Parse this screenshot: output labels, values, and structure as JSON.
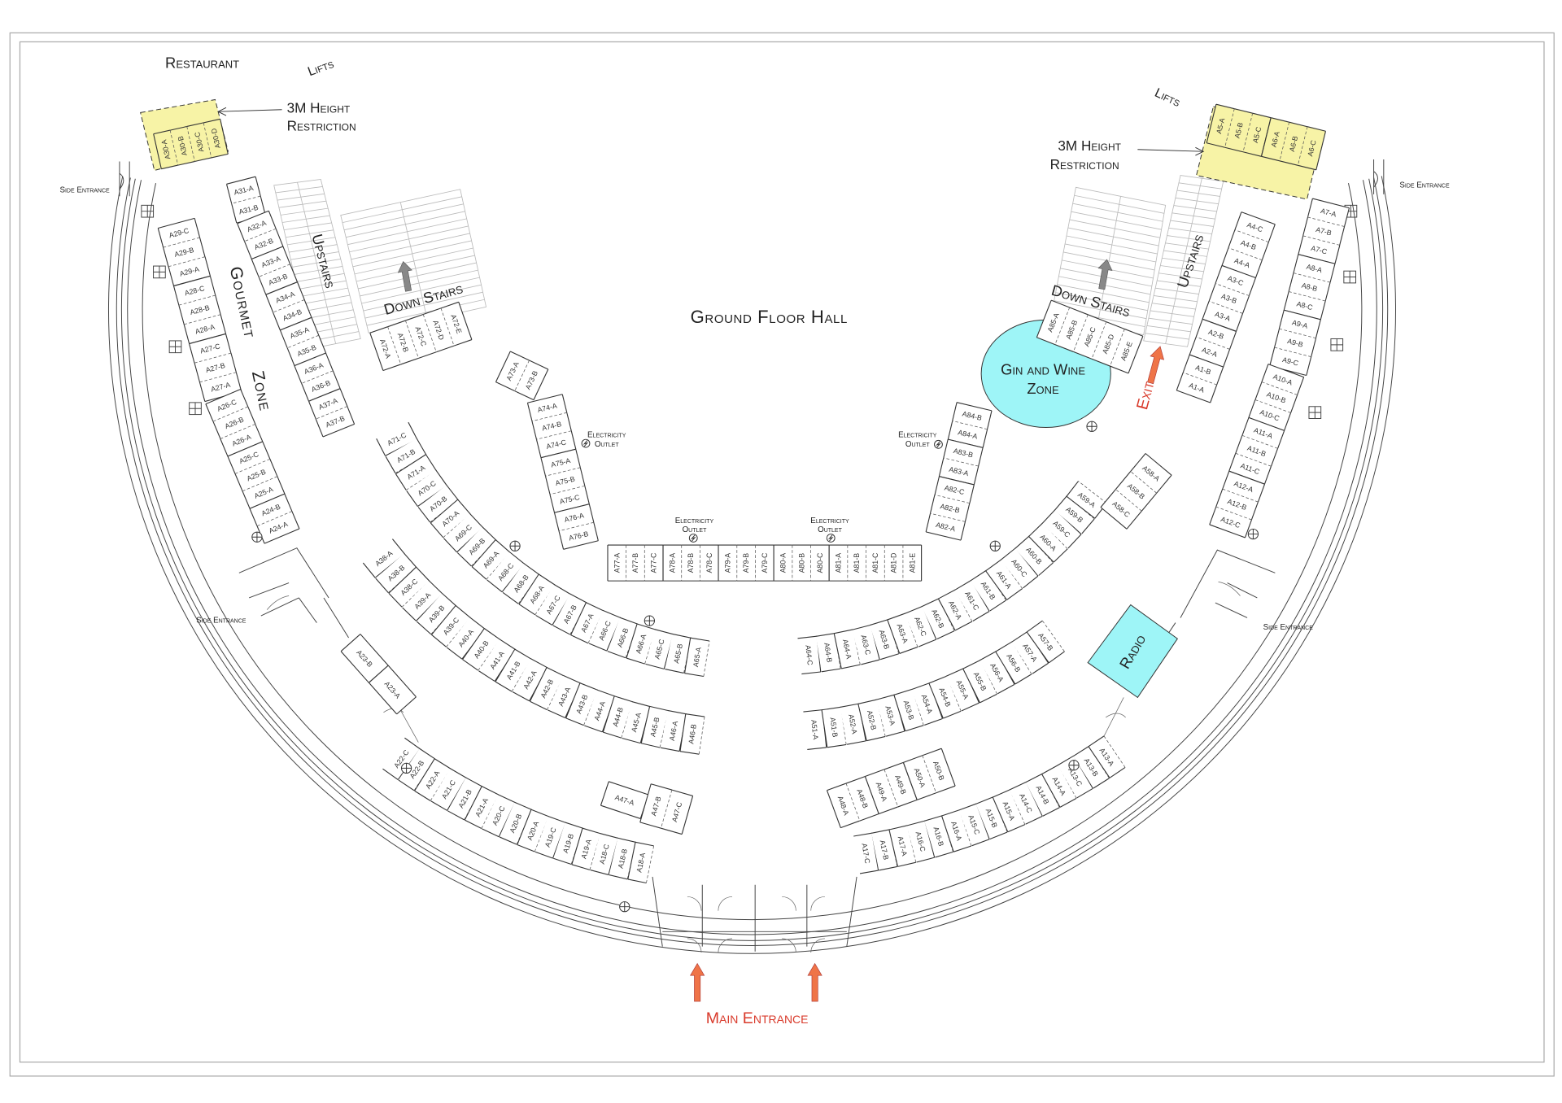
{
  "labels": {
    "restaurant": "Restaurant",
    "lifts_left": "Lifts",
    "lifts_right": "Lifts",
    "height_restriction_left": {
      "line1": "3M Height",
      "line2": "Restriction"
    },
    "height_restriction_right": {
      "line1": "3M Height",
      "line2": "Restriction"
    },
    "side_entrance_nw": "Side Entrance",
    "side_entrance_w": "Side Entrance",
    "side_entrance_ne": "Side Entrance",
    "side_entrance_e": "Side Entrance",
    "gourmet_zone": "Gourmet Zone",
    "upstairs_left": "Upstairs",
    "upstairs_right": "Upstairs",
    "down_stairs_left": "Down Stairs",
    "down_stairs_right": "Down Stairs",
    "hall_title": "Ground Floor Hall",
    "electricity_outlet": {
      "line1": "Electricity",
      "line2": "Outlet"
    },
    "gin_wine_zone": {
      "line1": "Gin and Wine",
      "line2": "Zone"
    },
    "exit": "Exit",
    "radio": "Radio",
    "main_entrance": "Main Entrance"
  },
  "colors": {
    "height_restricted": "#f7f3a6",
    "feature_zone": "#9ef5f7",
    "entrance_text": "#d93a2b",
    "entrance_arrow": "#ef7448",
    "stairs_arrow": "#888888"
  },
  "booth_rows": [
    {
      "id": "A30",
      "height_restricted": true,
      "groups": [
        [
          "A30-A",
          "A30-B",
          "A30-C",
          "A30-D"
        ]
      ]
    },
    {
      "id": "A29-A27",
      "groups": [
        [
          "A29-C",
          "A29-B",
          "A29-A"
        ],
        [
          "A28-C",
          "A28-B",
          "A28-A"
        ],
        [
          "A27-C",
          "A27-B",
          "A27-A"
        ]
      ]
    },
    {
      "id": "A26-A24",
      "groups": [
        [
          "A26-C",
          "A26-B",
          "A26-A"
        ],
        [
          "A25-C",
          "A25-B",
          "A25-A"
        ],
        [
          "A24-B",
          "A24-A"
        ]
      ]
    },
    {
      "id": "A31",
      "groups": [
        [
          "A31-A",
          "A31-B"
        ]
      ]
    },
    {
      "id": "A32-A37",
      "groups": [
        [
          "A32-A",
          "A32-B"
        ],
        [
          "A33-A",
          "A33-B"
        ],
        [
          "A34-A",
          "A34-B"
        ],
        [
          "A35-A",
          "A35-B"
        ],
        [
          "A36-A",
          "A36-B"
        ],
        [
          "A37-A",
          "A37-B"
        ]
      ]
    },
    {
      "id": "A72",
      "groups": [
        [
          "A72-A",
          "A72-B",
          "A72-C",
          "A72-D",
          "A72-E"
        ]
      ]
    },
    {
      "id": "A73",
      "groups": [
        [
          "A73-A",
          "A73-B"
        ]
      ]
    },
    {
      "id": "A74-A76",
      "groups": [
        [
          "A74-A",
          "A74-B",
          "A74-C"
        ],
        [
          "A75-A",
          "A75-B",
          "A75-C"
        ],
        [
          "A76-A",
          "A76-B"
        ]
      ]
    },
    {
      "id": "A77-A81",
      "groups": [
        [
          "A77-A",
          "A77-B",
          "A77-C"
        ],
        [
          "A78-A",
          "A78-B",
          "A78-C"
        ],
        [
          "A79-A",
          "A79-B",
          "A79-C"
        ],
        [
          "A80-A",
          "A80-B",
          "A80-C"
        ],
        [
          "A81-A",
          "A81-B",
          "A81-C",
          "A81-D",
          "A81-E"
        ]
      ]
    },
    {
      "id": "A84-A82",
      "groups": [
        [
          "A84-B",
          "A84-A"
        ],
        [
          "A83-B",
          "A83-A"
        ],
        [
          "A82-C",
          "A82-B",
          "A82-A"
        ]
      ]
    },
    {
      "id": "A85",
      "groups": [
        [
          "A85-A",
          "A85-B",
          "A85-C",
          "A85-D",
          "A85-E"
        ]
      ]
    },
    {
      "id": "A71-A65",
      "groups": [
        [
          "A71-C",
          "A71-B",
          "A71-A"
        ],
        [
          "A70-C",
          "A70-B",
          "A70-A"
        ],
        [
          "A69-C",
          "A69-B",
          "A69-A"
        ],
        [
          "A68-C",
          "A68-B",
          "A68-A"
        ],
        [
          "A67-C",
          "A67-B",
          "A67-A"
        ],
        [
          "A66-C",
          "A66-B",
          "A66-A"
        ],
        [
          "A65-C",
          "A65-B",
          "A65-A"
        ]
      ]
    },
    {
      "id": "A64-A59",
      "groups": [
        [
          "A64-C",
          "A64-B",
          "A64-A"
        ],
        [
          "A63-C",
          "A63-B",
          "A63-A"
        ],
        [
          "A62-C",
          "A62-B",
          "A62-A"
        ],
        [
          "A61-C",
          "A61-B",
          "A61-A"
        ],
        [
          "A60-C",
          "A60-B",
          "A60-A"
        ],
        [
          "A59-C",
          "A59-B",
          "A59-A"
        ]
      ]
    },
    {
      "id": "A58",
      "groups": [
        [
          "A58-A",
          "A58-B",
          "A58-C"
        ]
      ]
    },
    {
      "id": "A38-A46",
      "groups": [
        [
          "A38-A",
          "A38-B",
          "A38-C"
        ],
        [
          "A39-A",
          "A39-B",
          "A39-C"
        ],
        [
          "A40-A",
          "A40-B"
        ],
        [
          "A41-A",
          "A41-B"
        ],
        [
          "A42-A",
          "A42-B"
        ],
        [
          "A43-A",
          "A43-B"
        ],
        [
          "A44-A",
          "A44-B"
        ],
        [
          "A45-A",
          "A45-B"
        ],
        [
          "A46-A",
          "A46-B"
        ]
      ]
    },
    {
      "id": "A51-A57",
      "groups": [
        [
          "A51-A",
          "A51-B"
        ],
        [
          "A52-A",
          "A52-B"
        ],
        [
          "A53-A",
          "A53-B"
        ],
        [
          "A54-A",
          "A54-B"
        ],
        [
          "A55-A",
          "A55-B"
        ],
        [
          "A56-A",
          "A56-B"
        ],
        [
          "A57-A",
          "A57-B"
        ]
      ]
    },
    {
      "id": "A23",
      "groups": [
        [
          "A23-B"
        ],
        [
          "A23-A"
        ]
      ]
    },
    {
      "id": "A47-A",
      "groups": [
        [
          "A47-A"
        ]
      ]
    },
    {
      "id": "A47-BC",
      "groups": [
        [
          "A47-B",
          "A47-C"
        ]
      ]
    },
    {
      "id": "A48-A50",
      "groups": [
        [
          "A48-A",
          "A48-B"
        ],
        [
          "A49-A",
          "A49-B"
        ],
        [
          "A50-A",
          "A50-B"
        ]
      ]
    },
    {
      "id": "A22-A18",
      "groups": [
        [
          "A22-C",
          "A22-B",
          "A22-A"
        ],
        [
          "A21-C",
          "A21-B",
          "A21-A"
        ],
        [
          "A20-C",
          "A20-B",
          "A20-A"
        ],
        [
          "A19-C",
          "A19-B",
          "A19-A"
        ],
        [
          "A18-C",
          "A18-B",
          "A18-A"
        ]
      ]
    },
    {
      "id": "A17-A13",
      "groups": [
        [
          "A17-C",
          "A17-B",
          "A17-A"
        ],
        [
          "A16-C",
          "A16-B",
          "A16-A"
        ],
        [
          "A15-C",
          "A15-B",
          "A15-A"
        ],
        [
          "A14-C",
          "A14-B",
          "A14-A"
        ],
        [
          "A13-C",
          "A13-B",
          "A13-A"
        ]
      ]
    },
    {
      "id": "A5-A6",
      "height_restricted": true,
      "groups": [
        [
          "A5-A",
          "A5-B",
          "A5-C"
        ],
        [
          "A6-A",
          "A6-B",
          "A6-C"
        ]
      ]
    },
    {
      "id": "A4-A1",
      "groups": [
        [
          "A4-C",
          "A4-B",
          "A4-A"
        ],
        [
          "A3-C",
          "A3-B",
          "A3-A"
        ],
        [
          "A2-B",
          "A2-A"
        ],
        [
          "A1-B",
          "A1-A"
        ]
      ]
    },
    {
      "id": "A7-A9",
      "groups": [
        [
          "A7-A",
          "A7-B",
          "A7-C"
        ],
        [
          "A8-A",
          "A8-B",
          "A8-C"
        ],
        [
          "A9-A",
          "A9-B",
          "A9-C"
        ]
      ]
    },
    {
      "id": "A10-A12",
      "groups": [
        [
          "A10-A",
          "A10-B",
          "A10-C"
        ],
        [
          "A11-A",
          "A11-B",
          "A11-C"
        ],
        [
          "A12-A",
          "A12-B",
          "A12-C"
        ]
      ]
    }
  ]
}
